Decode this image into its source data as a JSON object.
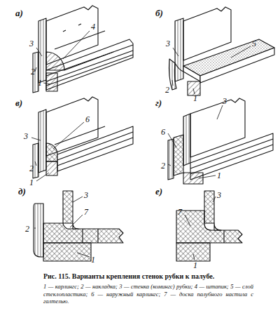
{
  "diagram": {
    "caption": "Рис. 115. Варианты крепления стенок рубки к палубе.",
    "labels": [
      "а)",
      "3",
      "4",
      "2",
      "1",
      "б)",
      "3",
      "5",
      "2",
      "1",
      "в)",
      "3",
      "6",
      "2",
      "1",
      "г)",
      "3",
      "6",
      "2",
      "1",
      "д)",
      "3",
      "7",
      "2",
      "1",
      "е)",
      "3",
      "7",
      "1",
      "1 — карлингс; 2 — накладка; 3 — стенка (комингс) рубки; 4 — штапик; 5 — слой стеклопластика; 6 — наружный карлингс; 7 — доска палубного настила с галтелью."
    ]
  }
}
